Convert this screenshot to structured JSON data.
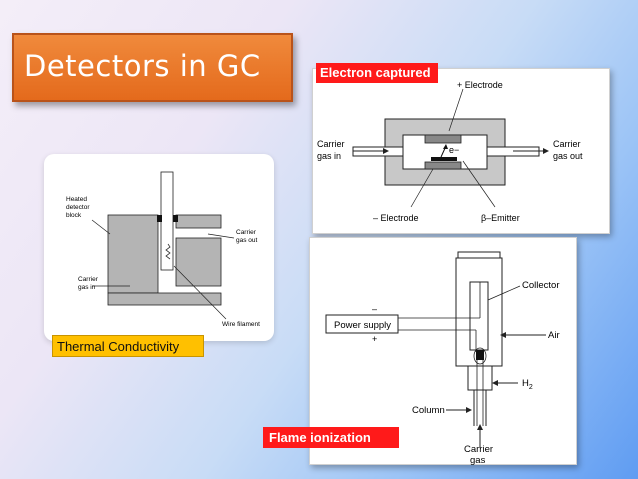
{
  "slide": {
    "title": "Detectors in GC"
  },
  "thermal": {
    "caption": "Thermal Conductivity",
    "heated_block": [
      "Heated",
      "detector",
      "block"
    ],
    "carrier_out": [
      "Carrier",
      "gas out"
    ],
    "carrier_in": [
      "Carrier",
      "gas in"
    ],
    "filament": "Wire filament"
  },
  "electron": {
    "caption": "Electron captured",
    "plus_electrode": "+ Electrode",
    "carrier_in": [
      "Carrier",
      "gas in"
    ],
    "carrier_out": [
      "Carrier",
      "gas out"
    ],
    "e_symbol": "e−",
    "minus_electrode": "– Electrode",
    "emitter": "β–Emitter"
  },
  "flame": {
    "caption": "Flame ionization",
    "collector": "Collector",
    "power_supply": "Power supply",
    "minus": "–",
    "plus": "+",
    "air": "Air",
    "h2": "H",
    "h2_sub": "2",
    "column": "Column",
    "carrier": [
      "Carrier",
      "gas"
    ]
  },
  "colors": {
    "title_bg": "#e8701f",
    "caption_red": "#ff1a1a",
    "caption_yellow": "#ffc000",
    "gray_block": "#b4b4b4"
  }
}
